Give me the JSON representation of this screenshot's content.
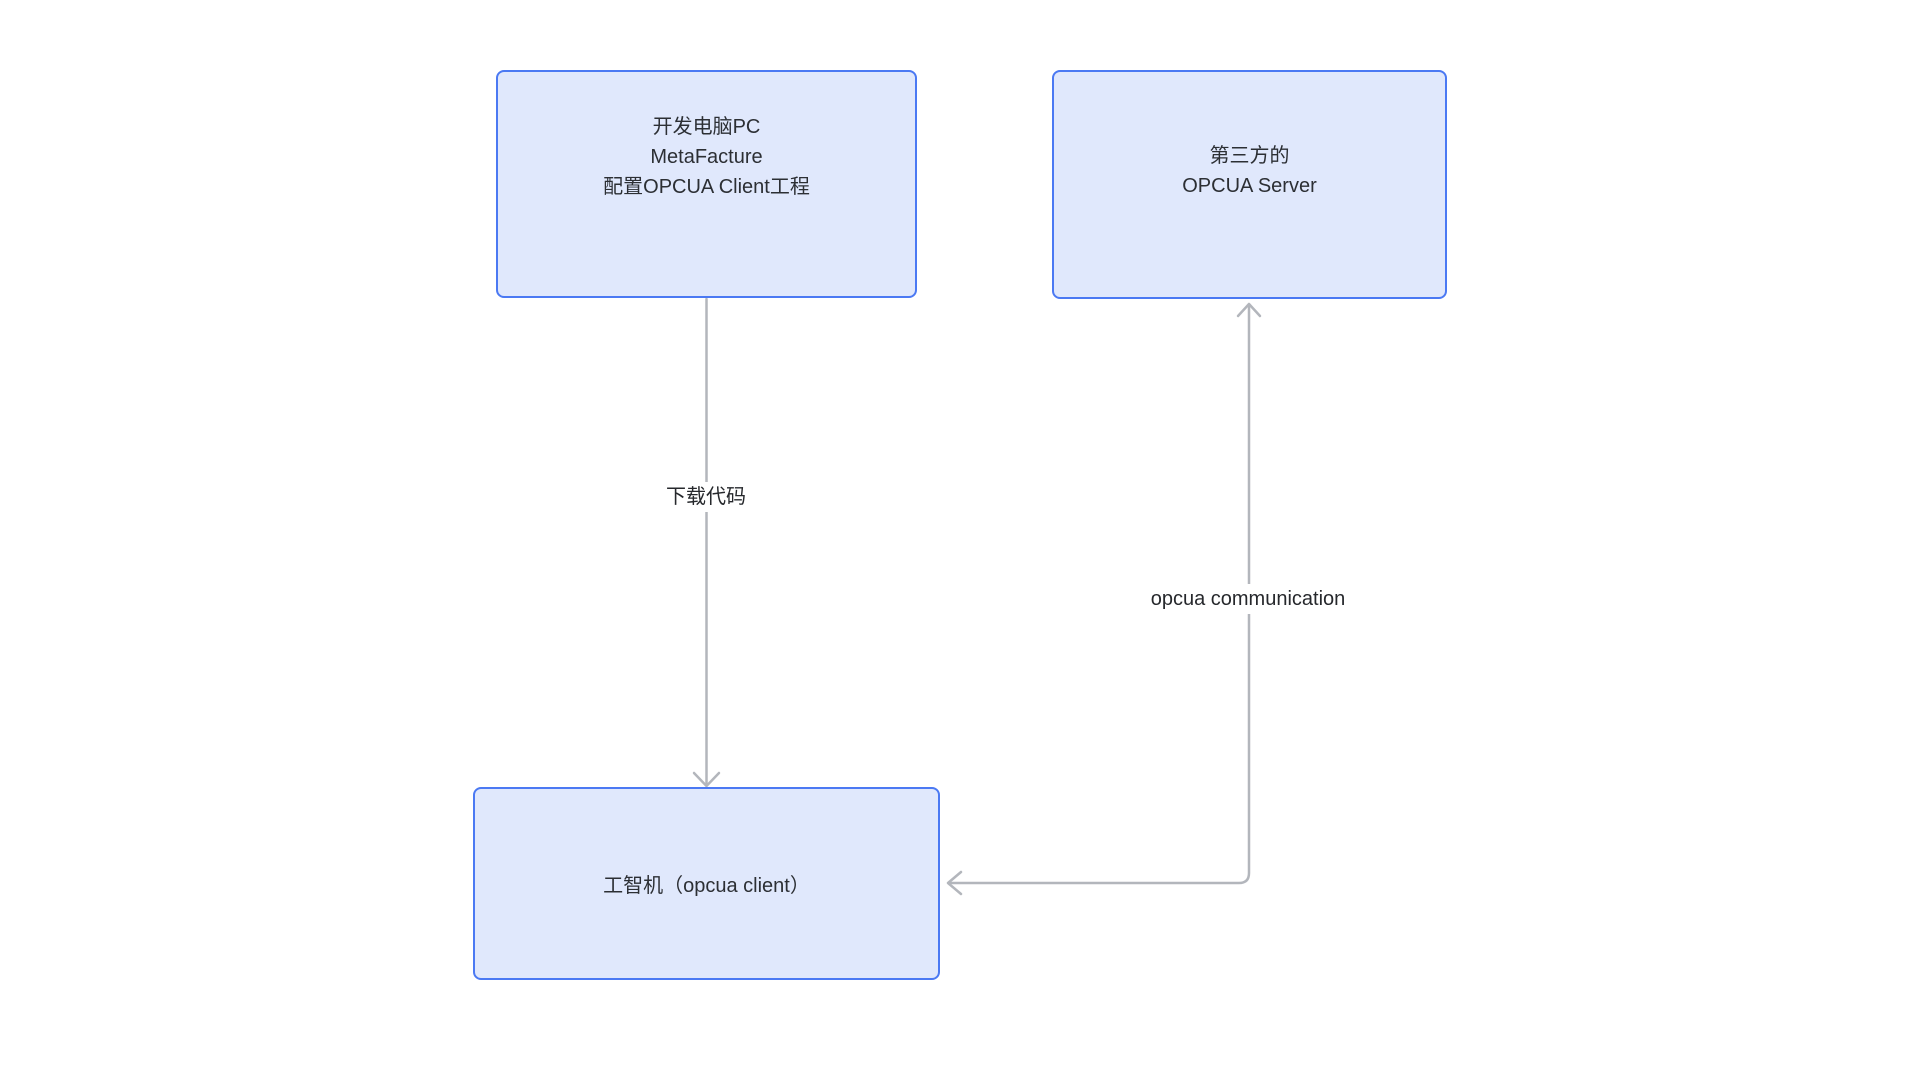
{
  "canvas": {
    "background": "#ffffff"
  },
  "colors": {
    "node_fill": "#e0e8fc",
    "node_border": "#4b79f3",
    "arrow": "#b3b6bc",
    "node_text": "#2c2f34",
    "label_text": "#26282c"
  },
  "nodes": [
    {
      "id": "dev-pc",
      "lines": [
        "开发电脑PC",
        "MetaFacture",
        "配置OPCUA Client工程"
      ]
    },
    {
      "id": "opcua-server",
      "lines": [
        "第三方的",
        "OPCUA Server"
      ]
    },
    {
      "id": "gongzhiji",
      "lines": [
        "工智机（opcua client）"
      ]
    }
  ],
  "connectors": [
    {
      "id": "download-code",
      "from": "dev-pc",
      "to": "gongzhiji",
      "label": "下载代码",
      "direction": "one-way"
    },
    {
      "id": "opcua-communication",
      "from": "gongzhiji",
      "to": "opcua-server",
      "label": "opcua communication",
      "direction": "two-way"
    }
  ]
}
